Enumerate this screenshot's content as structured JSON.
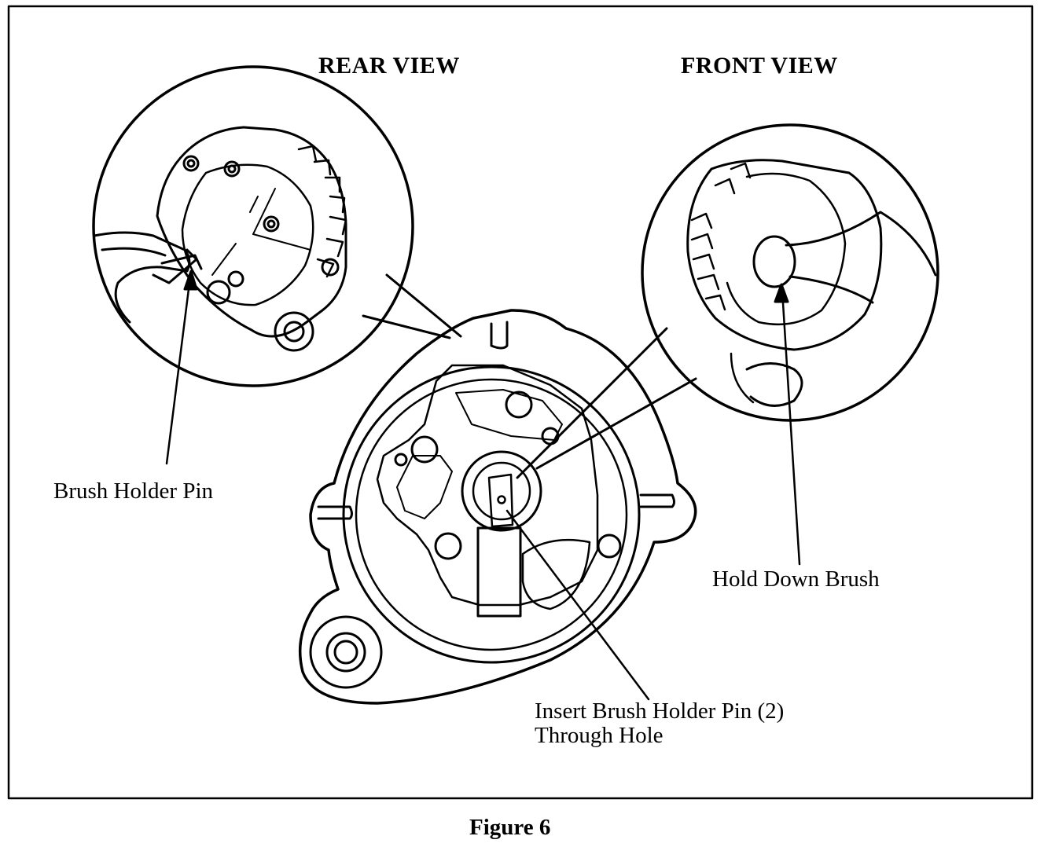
{
  "view_titles": {
    "rear": "REAR VIEW",
    "front": "FRONT VIEW"
  },
  "callouts": {
    "brush_holder_pin": "Brush Holder Pin",
    "hold_down_brush": "Hold Down Brush",
    "insert_line1": "Insert Brush Holder Pin (2)",
    "insert_line2": "Through Hole"
  },
  "caption": "Figure 6",
  "colors": {
    "ink": "#000000",
    "paper": "#ffffff"
  }
}
